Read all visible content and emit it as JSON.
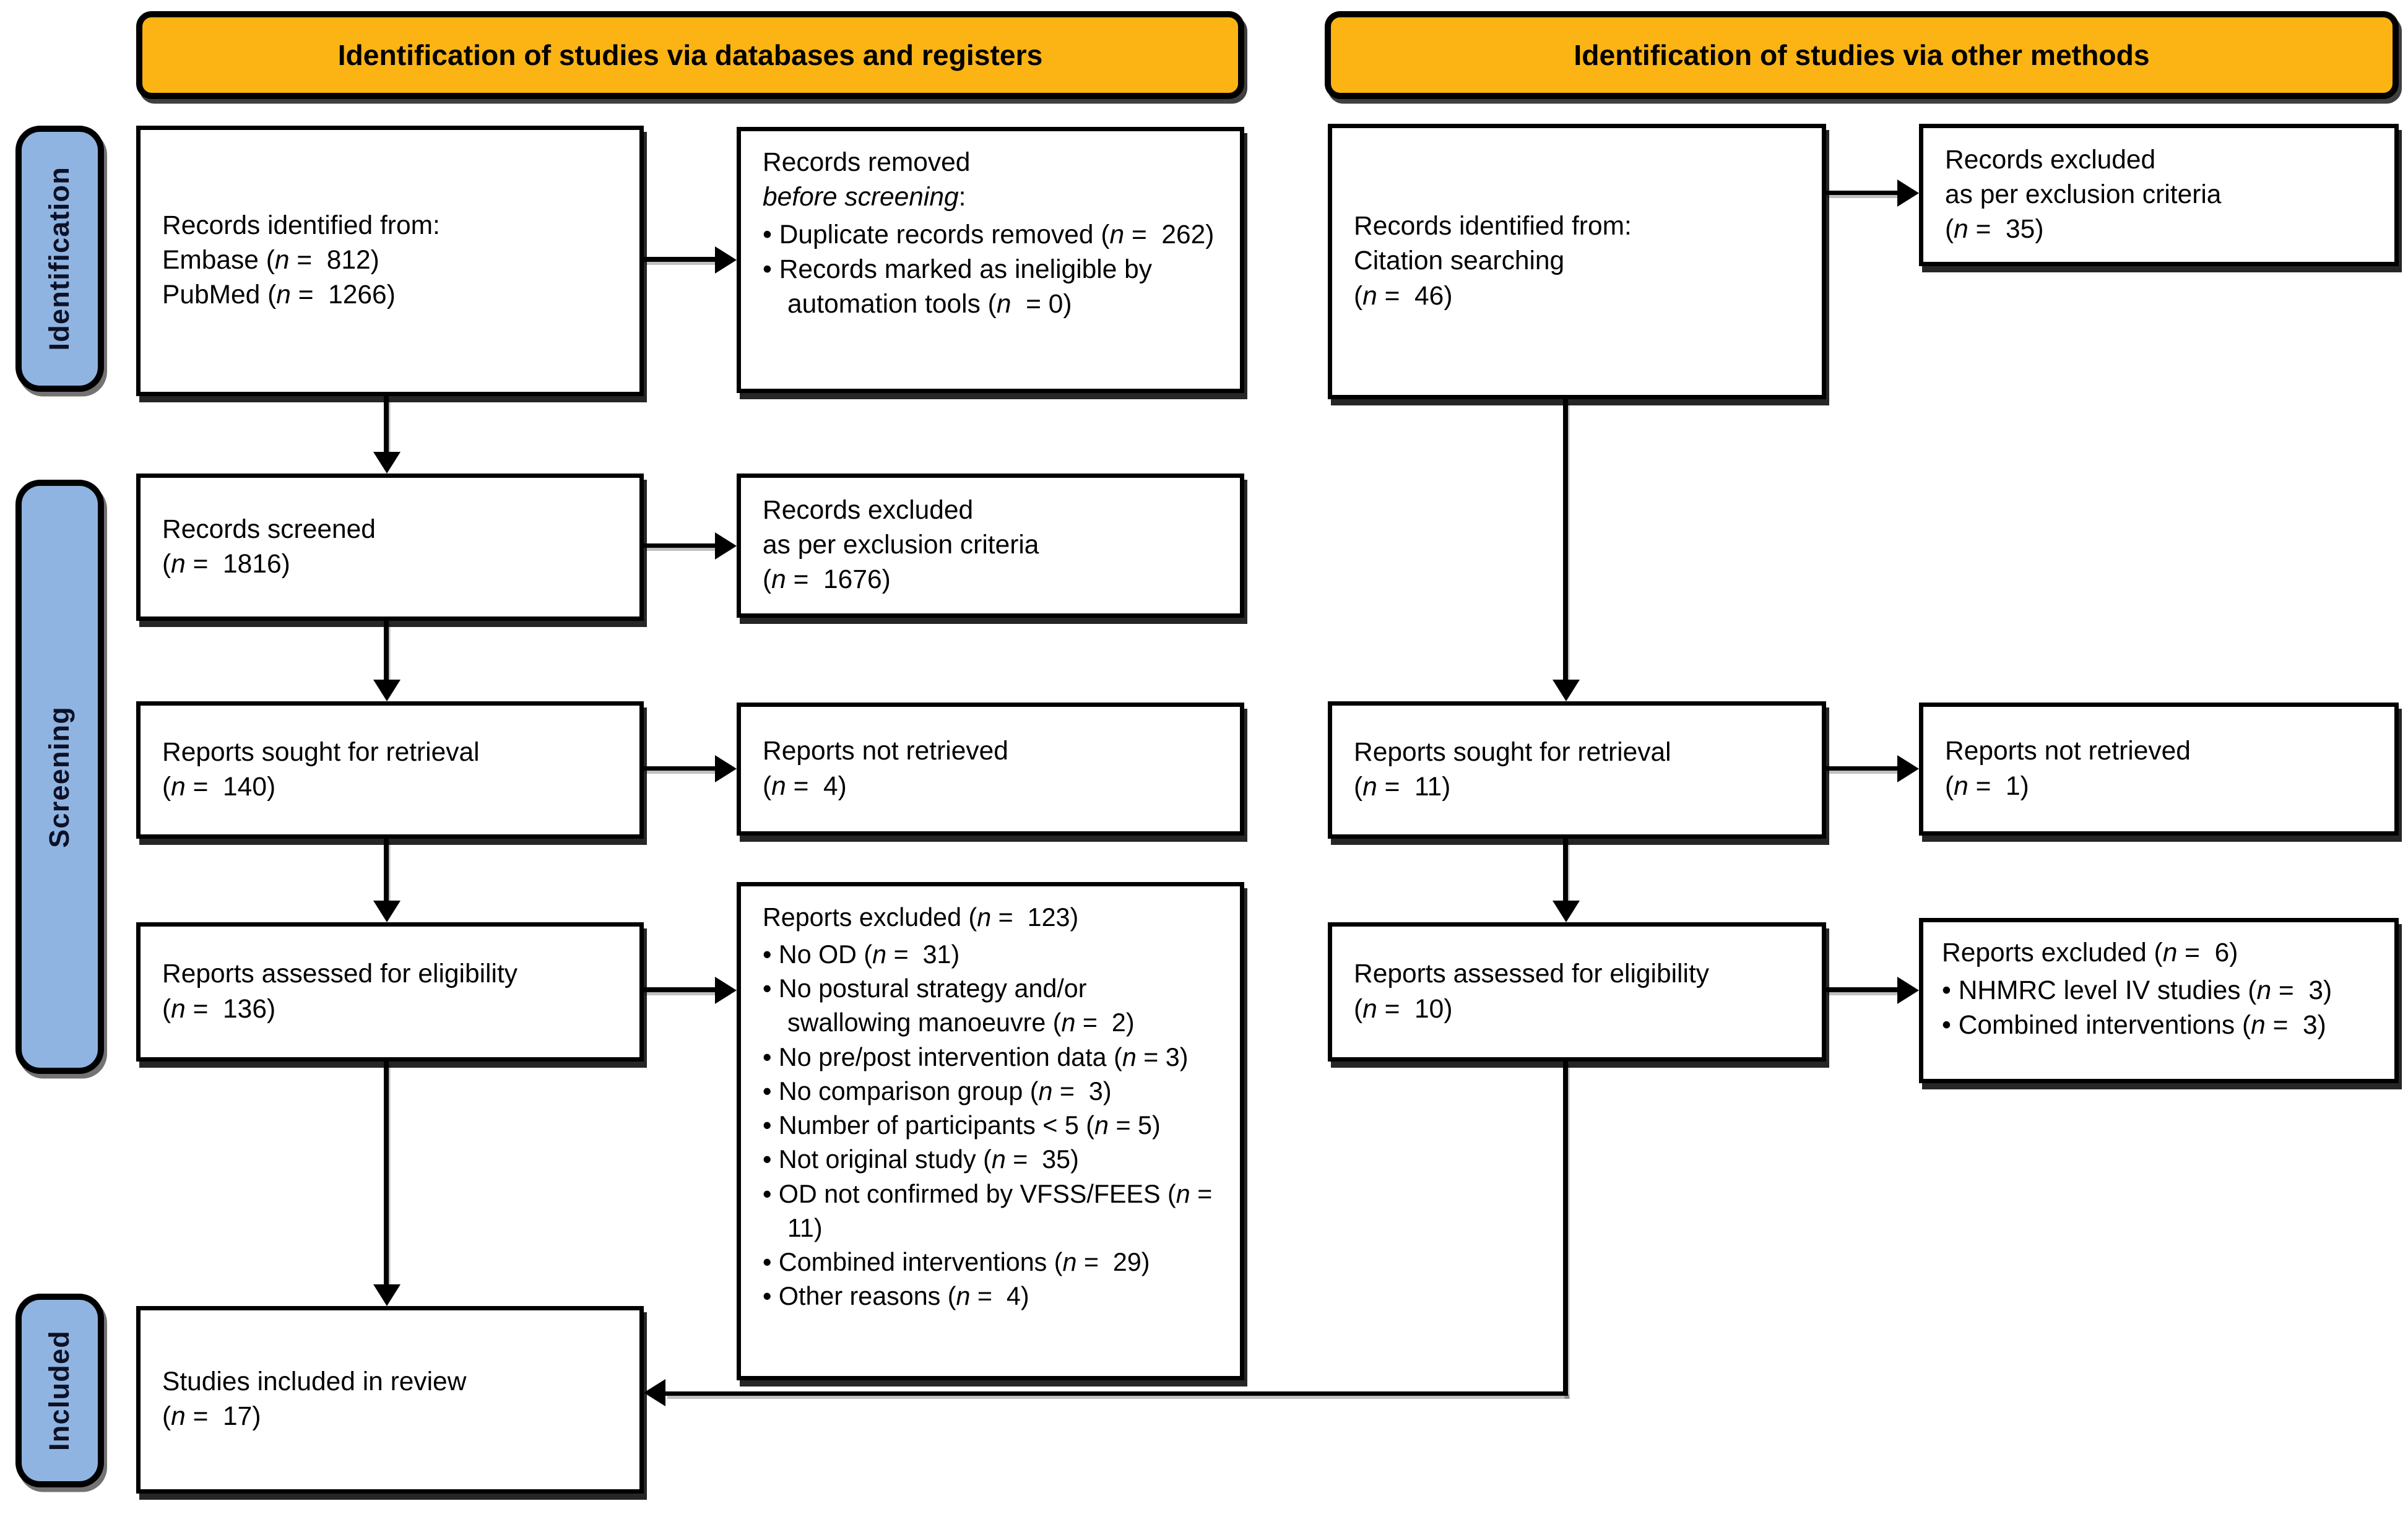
{
  "diagram": {
    "headers": {
      "databases": "Identification of studies via databases and registers",
      "other": "Identification of studies via other methods"
    },
    "sidebar": {
      "identification": "Identification",
      "screening": "Screening",
      "included": "Included"
    },
    "boxes": {
      "db_identified": "Records identified from:\nEmbase (*n* =  812)\nPubMed (*n* =  1266)",
      "records_removed_title": "Records removed\n*before screening*:",
      "records_removed_bullets": [
        "Duplicate records removed (*n* =  262)",
        "Records marked as ineligible by automation tools (*n*  = 0)"
      ],
      "records_screened": "Records screened\n(*n* =  1816)",
      "records_excluded_db": "Records excluded\nas per exclusion criteria\n(*n* =  1676)",
      "reports_sought_db": "Reports sought for retrieval\n(*n* =  140)",
      "reports_not_retrieved_db": "Reports not retrieved\n(*n* =  4)",
      "reports_assessed_db": "Reports assessed for eligibility\n(*n* =  136)",
      "reports_excluded_db_title": "Reports excluded (*n* =  123)",
      "reports_excluded_db_bullets": [
        "No OD (*n* =  31)",
        "No postural strategy and/or swallowing manoeuvre (*n* =  2)",
        "No pre/post intervention data (*n* = 3)",
        "No comparison group (*n* =  3)",
        "Number of participants < 5 (*n* = 5)",
        "Not original study (*n* =  35)",
        "OD not confirmed by VFSS/FEES (*n* =  11)",
        "Combined interventions (*n* =  29)",
        "Other reasons (*n* =  4)"
      ],
      "studies_included": "Studies included in review\n(*n* =  17)",
      "citation_identified": "Records identified from:\nCitation searching\n(*n* =  46)",
      "records_excluded_other": "Records excluded\nas per exclusion criteria\n(*n* =  35)",
      "reports_sought_other": "Reports sought for retrieval\n(*n* =  11)",
      "reports_not_retrieved_other": "Reports not retrieved\n(*n* =  1)",
      "reports_assessed_other": "Reports assessed for eligibility\n(*n* =  10)",
      "reports_excluded_other_title": "Reports excluded (*n* =  6)",
      "reports_excluded_other_bullets": [
        "NHMRC level IV studies (*n* =  3)",
        "Combined interventions (*n* =  3)"
      ]
    },
    "colors": {
      "header_bg": "#FBB414",
      "sidebar_bg": "#8FB4E1",
      "line": "#000000"
    }
  }
}
